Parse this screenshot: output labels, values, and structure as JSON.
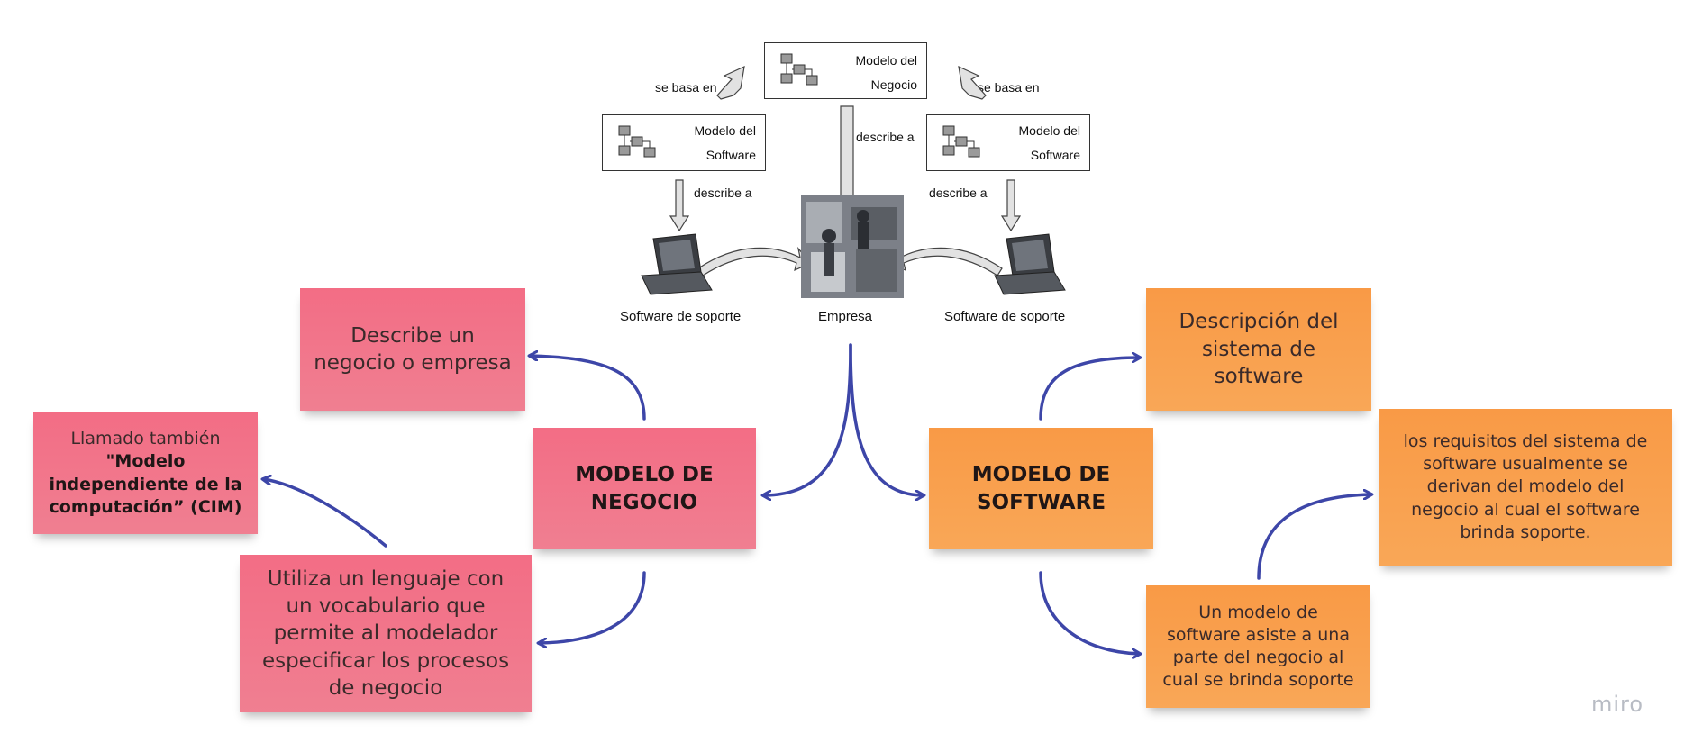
{
  "figure": {
    "top_box_title": "Modelo del Negocio",
    "left_box_title": "Modelo del Software",
    "right_box_title": "Modelo del Software",
    "left_relation": "se basa en",
    "right_relation": "se basa en",
    "center_relation": "describe a",
    "left_describe": "describe a",
    "right_describe": "describe a",
    "left_caption": "Software de soporte",
    "center_caption": "Empresa",
    "right_caption": "Software de soporte"
  },
  "notes": {
    "business_desc": "Describe un negocio o empresa",
    "cim_prefix": "Llamado también",
    "cim_bold": "\"Modelo independiente de la computación” (CIM)",
    "business_model": "MODELO DE NEGOCIO",
    "business_language": "Utiliza un lenguaje con un vocabulario que permite al modelador especificar los procesos de negocio",
    "software_desc": "Descripción del sistema de software",
    "software_model": "MODELO DE SOFTWARE",
    "software_requirements": "los requisitos del sistema de software usualmente se derivan del modelo del negocio al cual el software brinda soporte.",
    "software_assists": "Un modelo de software asiste a una parte del negocio al cual se brinda soporte"
  },
  "colors": {
    "pink": "#f07b8e",
    "orange": "#f9a04e",
    "arrow": "#3d46a8",
    "brand": "#b8bcc4"
  },
  "branding": {
    "logo": "miro"
  }
}
